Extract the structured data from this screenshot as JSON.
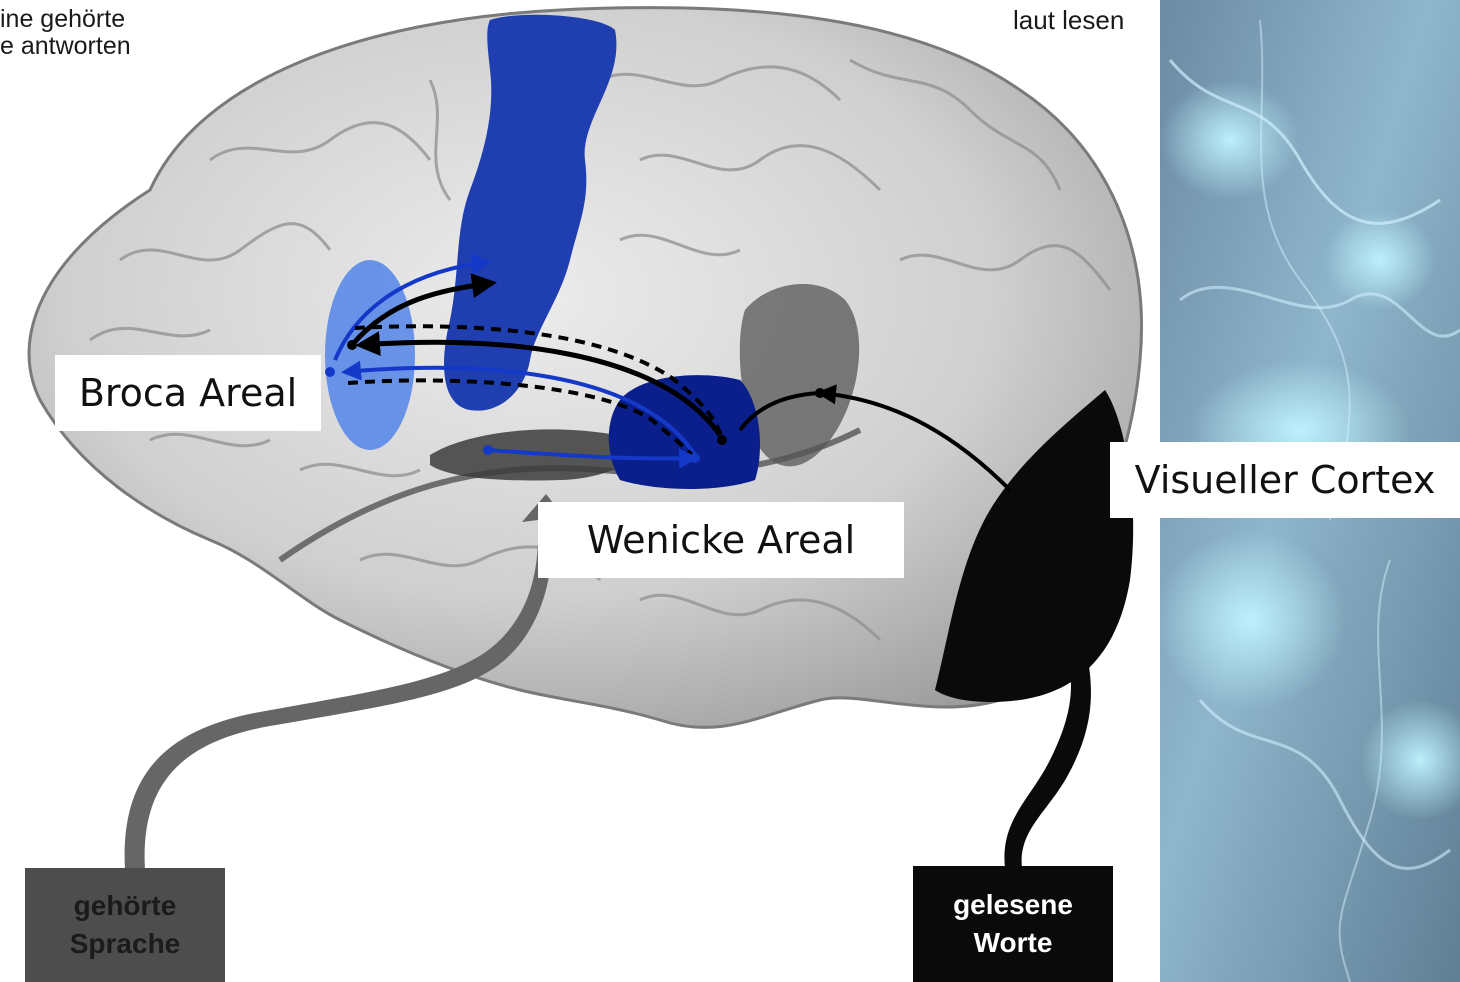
{
  "texts": {
    "top_left": [
      "ine gehörte",
      "e antworten"
    ],
    "top_right": "laut lesen"
  },
  "labels": {
    "broca": "Broca Areal",
    "wenicke": "Wenicke Areal",
    "visual_cortex": "Visueller Cortex"
  },
  "inputs": {
    "heard": [
      "gehörte",
      "Sprache"
    ],
    "read": [
      "gelesene",
      "Worte"
    ]
  },
  "colors": {
    "motor_strip": "#1f3fb0",
    "broca_region": "#5b8ae8",
    "wernicke_region": "#0b1f8c",
    "visual_cortex": "#0a0a0a",
    "pathway_blue": "#1438c8",
    "pathway_black": "#000000",
    "brain_gray": "#c9c9c9",
    "background_panel": "#6d8fa6"
  }
}
